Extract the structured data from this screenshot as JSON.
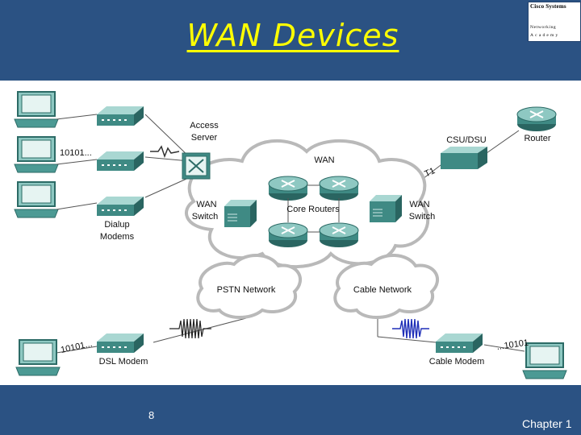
{
  "slide": {
    "title": "WAN Devices",
    "page_number": "8",
    "chapter": "Chapter 1"
  },
  "logo": {
    "line1": "Cisco Systems",
    "line2": "Networking",
    "line3": "Academy"
  },
  "labels": {
    "access_server": [
      "Access",
      "Server"
    ],
    "wan_cloud": "WAN",
    "core_routers": "Core Routers",
    "wan_switch_left": [
      "WAN",
      "Switch"
    ],
    "wan_switch_right": [
      "WAN",
      "Switch"
    ],
    "csu_dsu": "CSU/DSU",
    "router": "Router",
    "t1": "T1",
    "dialup_modems": [
      "Dialup",
      "Modems"
    ],
    "bits_left_top": "10101...",
    "pstn": "PSTN Network",
    "cable_network": "Cable Network",
    "bits_dsl": "10101...",
    "dsl_modem": "DSL Modem",
    "bits_cable": "...10101",
    "cable_modem": "Cable Modem"
  },
  "colors": {
    "background": "#2b5283",
    "title": "#ffff00",
    "device": "#3f8a84",
    "cloud_stroke": "#b9b9b9"
  }
}
